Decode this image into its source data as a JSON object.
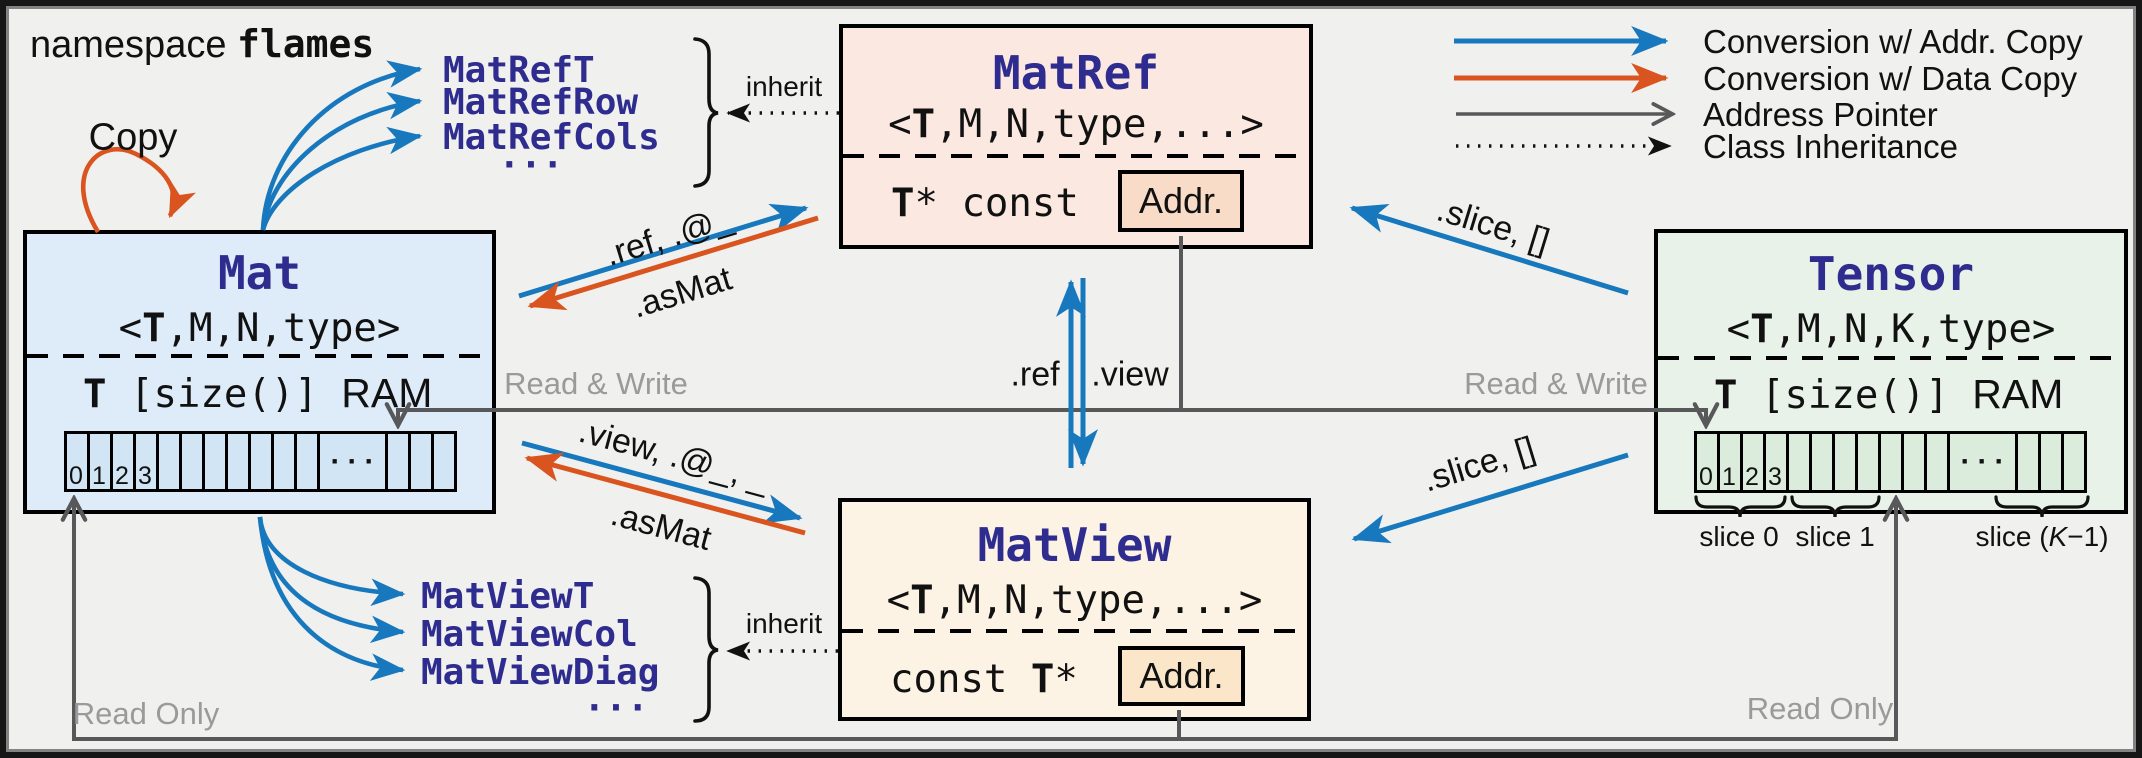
{
  "namespace": {
    "keyword": "namespace ",
    "name": "flames"
  },
  "legend": {
    "items": [
      {
        "label": "Conversion w/ Addr. Copy",
        "swatch": "blue-solid-arrow"
      },
      {
        "label": "Conversion w/ Data Copy",
        "swatch": "orange-solid-arrow"
      },
      {
        "label": "Address Pointer",
        "swatch": "gray-open-arrow"
      },
      {
        "label": "Class Inheritance",
        "swatch": "black-dotted-arrow"
      }
    ]
  },
  "colors": {
    "addr_copy_blue": "#1878bd",
    "data_copy_orange": "#d9541e",
    "class_name_navy": "#2e2c8e",
    "pointer_gray": "#58585a",
    "muted_gray_text": "#9a9a9a",
    "mat_fill": "#ddecf8",
    "mat_cell_fill": "#d2e5f4",
    "matref_fill": "#fbe9e1",
    "matref_addr_fill": "#f8dcc7",
    "matview_fill": "#fdf3e4",
    "matview_addr_fill": "#fbe6c9",
    "tensor_fill": "#e8f2e8",
    "tensor_cell_fill": "#dcecdc"
  },
  "classes": {
    "mat": {
      "title": "Mat",
      "tparam_open": "<",
      "tparam_t": "T",
      "tparam_rest": ",M,N,type>",
      "storage_t": "T",
      "storage_arr": " [size()] ",
      "storage_ram": "RAM",
      "cells": [
        "0",
        "1",
        "2",
        "3"
      ],
      "dots": "···"
    },
    "matref": {
      "title": "MatRef",
      "tparam_open": "<",
      "tparam_t": "T",
      "tparam_rest": ",M,N,type,...>",
      "field_t": "T",
      "field_rest": "* const",
      "addr": "Addr."
    },
    "matview": {
      "title": "MatView",
      "tparam_open": "<",
      "tparam_t": "T",
      "tparam_rest": ",M,N,type,...>",
      "field_pre": "const ",
      "field_t": "T",
      "field_post": "*",
      "addr": "Addr."
    },
    "tensor": {
      "title": "Tensor",
      "tparam_open": "<",
      "tparam_t": "T",
      "tparam_rest": ",M,N,K,type>",
      "storage_t": "T",
      "storage_arr": " [size()] ",
      "storage_ram": "RAM",
      "cells": [
        "0",
        "1",
        "2",
        "3"
      ],
      "dots": "···",
      "slices": [
        "slice 0",
        "slice 1"
      ],
      "slice_k": {
        "pre": "slice (",
        "k": "K",
        "post": "−1)"
      }
    }
  },
  "aliases": {
    "matref": [
      "MatRefT",
      "MatRefRow",
      "MatRefCols",
      "..."
    ],
    "matview": [
      "MatViewT",
      "MatViewCol",
      "MatViewDiag",
      "..."
    ],
    "inherit_top": "inherit",
    "inherit_bottom": "inherit"
  },
  "edges": {
    "copy_self": "Copy",
    "mat_to_matref": ".ref, .@_",
    "matref_to_mat": ".asMat",
    "mat_to_matview": ".view, .@_, _",
    "matview_to_mat": ".asMat",
    "matview_to_matref": ".ref",
    "matref_to_matview": ".view",
    "tensor_to_matref": ".slice, []",
    "tensor_to_matview": ".slice, []"
  },
  "access": {
    "read_write_left": "Read & Write",
    "read_write_right": "Read & Write",
    "read_only_left": "Read Only",
    "read_only_right": "Read Only"
  }
}
